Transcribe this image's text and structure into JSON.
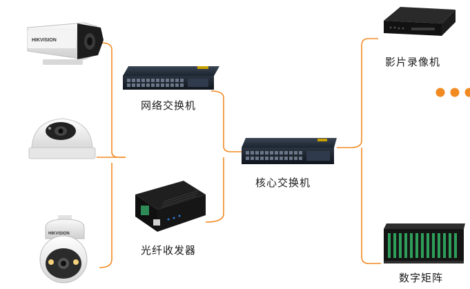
{
  "devices": {
    "bullet_camera": {
      "brand": "HIKVISION"
    },
    "dome_camera": {},
    "ptz_camera": {
      "brand": "HIKVISION"
    },
    "network_switch": {
      "label": "网络交换机"
    },
    "fiber_transceiver": {
      "label": "光纤收发器"
    },
    "core_switch": {
      "label": "核心交换机"
    },
    "video_recorder": {
      "label": "影片录像机"
    },
    "digital_matrix": {
      "label": "数字矩阵"
    }
  },
  "colors": {
    "connector": "#f28a22",
    "dots": "#f28a22",
    "switch_body": "#1e2a3a",
    "accent": "#c8a000"
  },
  "decor": {
    "dots_icon": "three-dots-icon"
  }
}
